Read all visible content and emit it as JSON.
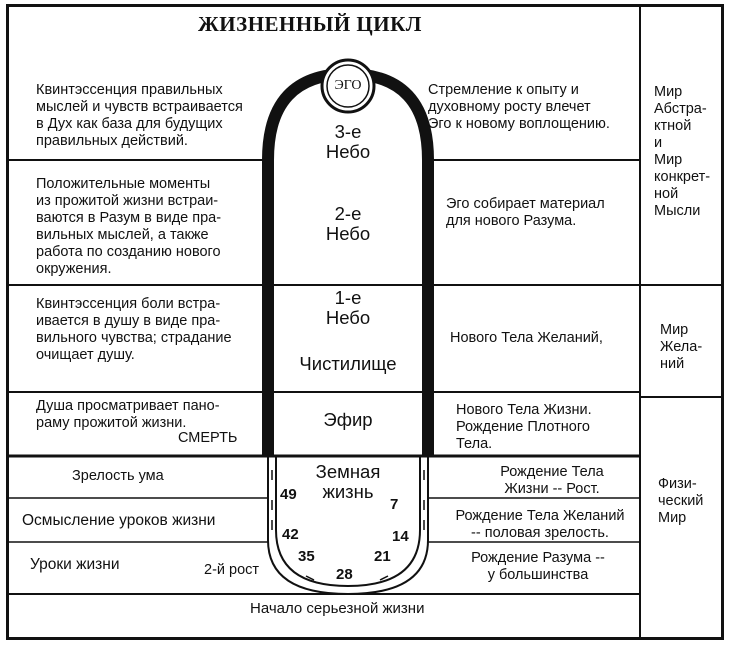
{
  "title": "ЖИЗНЕННЫЙ ЦИКЛ",
  "ego": "ЭГО",
  "left": [
    "Квинтэссенция правильных\nмыслей и чувств встраивается\nв Дух как база для будущих\nправильных действий.",
    "Положительные моменты\nиз прожитой жизни встраи-\nваются в Разум в виде пра-\nвильных мыслей, а также\nработа по созданию нового\nокружения.",
    "Квинтэссенция боли встра-\nивается в душу в виде пра-\nвильного чувства; страдание\nочищает душу.",
    "Душа просматривает пано-\nраму прожитой жизни.",
    "СМЕРТЬ",
    "Зрелость ума",
    "Осмысление уроков жизни",
    "Уроки  жизни",
    "2-й рост"
  ],
  "center": {
    "heaven3": "3-е\nНебо",
    "heaven2": "2-е\nНебо",
    "heaven1": "1-е\nНебо",
    "purgatory": "Чистилище",
    "ether": "Эфир",
    "earth": "Земная\nжизнь"
  },
  "ages": [
    "49",
    "7",
    "42",
    "14",
    "35",
    "21",
    "28"
  ],
  "right": [
    "Стремление к опыту и\nдуховному росту влечет\nЭго к новому воплощению.",
    "Эго собирает материал\nдля нового Разума.",
    "Нового Тела Желаний,",
    "Нового Тела Жизни.\nРождение Плотного\nТела.",
    "Рождение Тела\nЖизни -- Рост.",
    "Рождение Тела Желаний\n-- половая зрелость.",
    "Рождение Разума --\nу большинства"
  ],
  "worlds": [
    "Мир\nАбстра-\nктной\nи\nМир\nконкрет-\nной\nМысли",
    "Мир\nЖела-\nний",
    "Физи-\nческий\nМир"
  ],
  "bottom": "Начало серьезной жизни"
}
